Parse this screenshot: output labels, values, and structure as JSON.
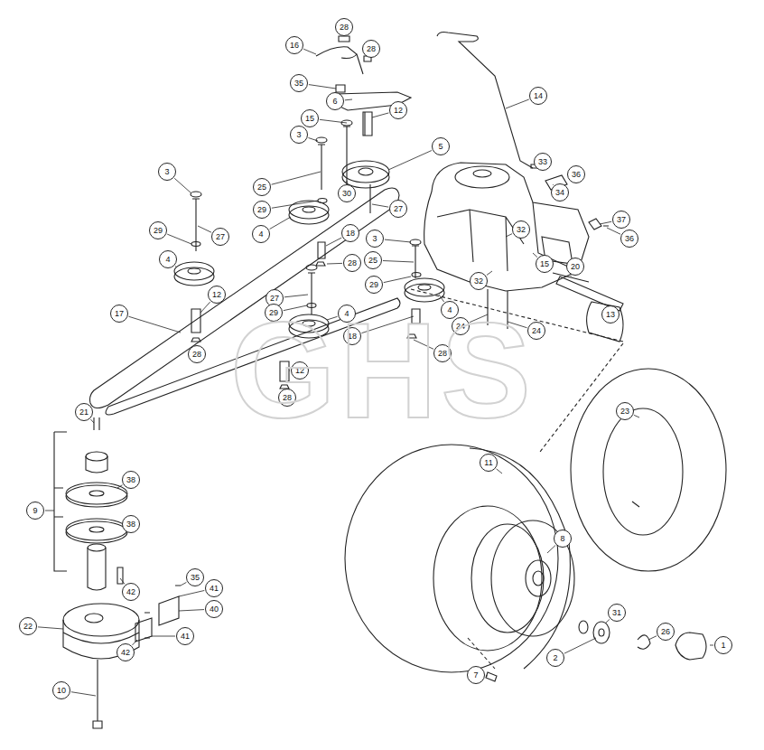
{
  "diagram": {
    "labels": [
      "28",
      "16",
      "28",
      "35",
      "6",
      "12",
      "15",
      "3",
      "5",
      "25",
      "30",
      "29",
      "27",
      "4",
      "3",
      "29",
      "27",
      "4",
      "18",
      "3",
      "28",
      "25",
      "27",
      "29",
      "29",
      "4",
      "4",
      "12",
      "17",
      "28",
      "18",
      "28",
      "12",
      "28",
      "14",
      "33",
      "36",
      "34",
      "37",
      "36",
      "32",
      "15",
      "20",
      "32",
      "13",
      "24",
      "24",
      "21",
      "9",
      "38",
      "38",
      "35",
      "42",
      "41",
      "40",
      "41",
      "42",
      "22",
      "10",
      "23",
      "11",
      "8",
      "31",
      "26",
      "1",
      "2",
      "7",
      "GHS"
    ]
  }
}
